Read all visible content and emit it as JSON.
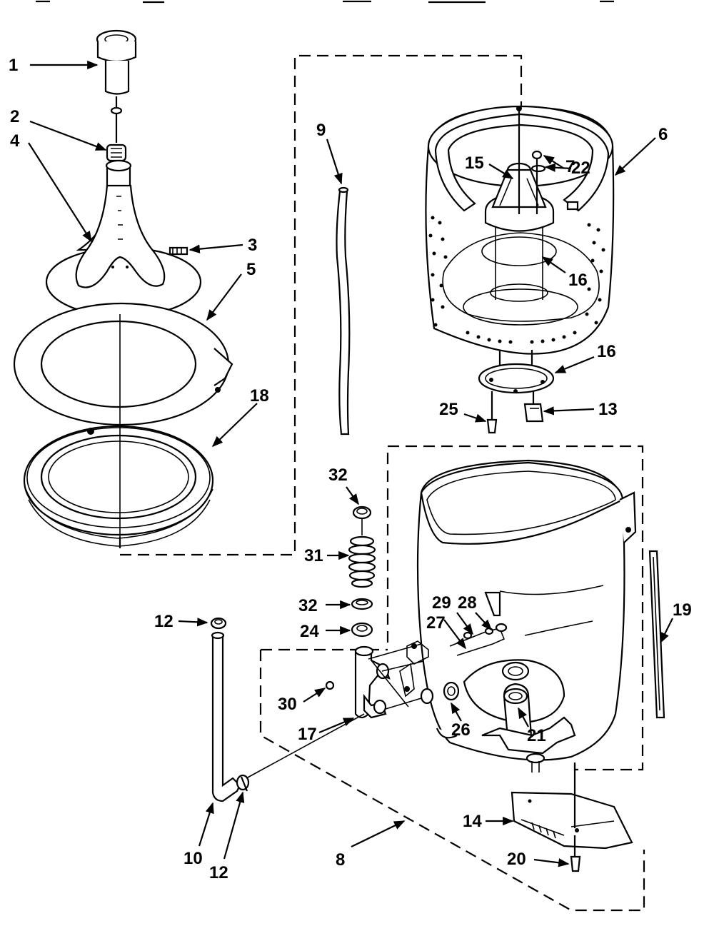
{
  "callouts": [
    "1",
    "2",
    "3",
    "4",
    "5",
    "6",
    "7",
    "8",
    "9",
    "10",
    "12",
    "12",
    "13",
    "14",
    "15",
    "16",
    "16",
    "17",
    "18",
    "19",
    "20",
    "21",
    "22",
    "24",
    "25",
    "26",
    "27",
    "28",
    "29",
    "30",
    "31",
    "32",
    "32"
  ]
}
